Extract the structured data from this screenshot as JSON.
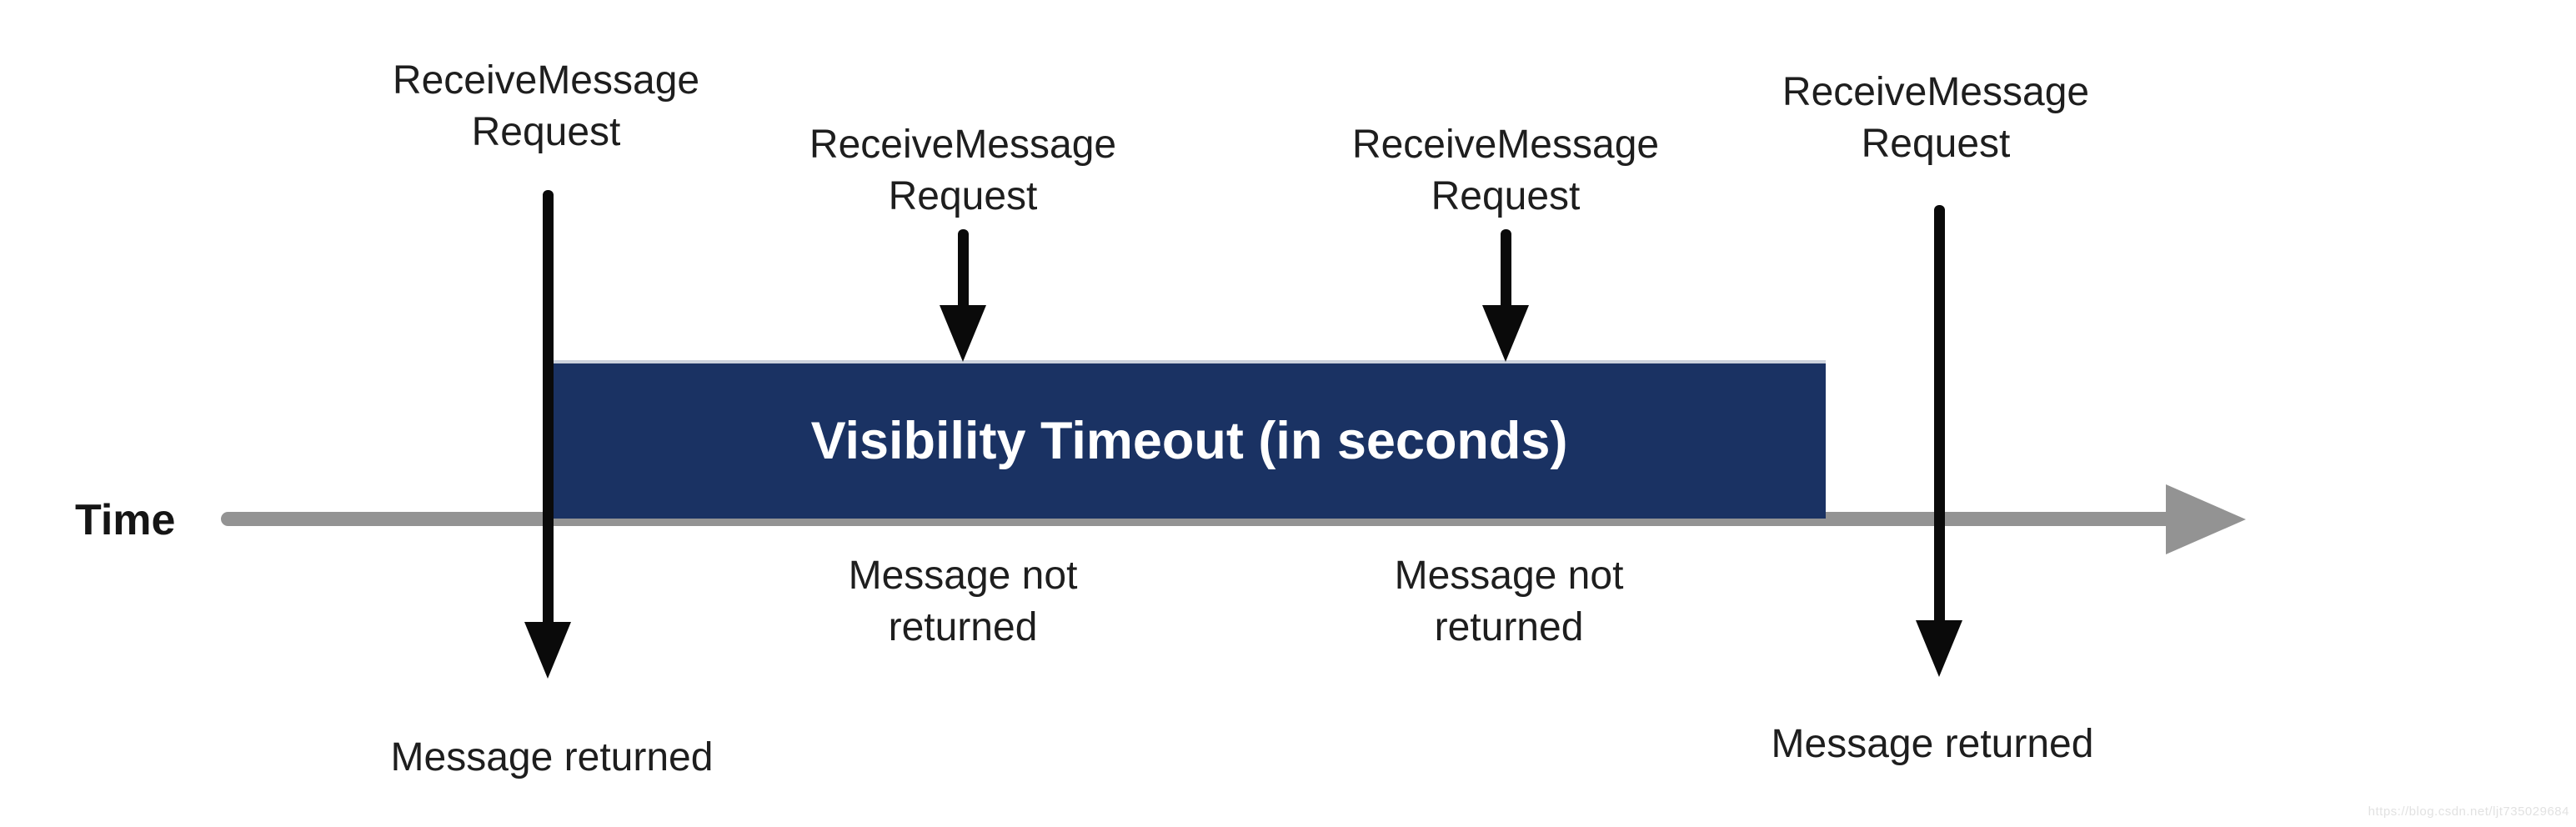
{
  "colors": {
    "background": "#ffffff",
    "timeline": "#939393",
    "arrow": "#0a0a0a",
    "label_text": "#1e1e1e",
    "box_background": "#1a3263",
    "box_top_edge": "#ccd2dd",
    "box_text": "#ffffff",
    "watermark_text": "#e2e2e2"
  },
  "time_axis": {
    "label": "Time"
  },
  "visibility_box": {
    "label": "Visibility Timeout (in seconds)"
  },
  "events": [
    {
      "top_line1": "ReceiveMessage",
      "top_line2": "Request",
      "result_line1": "Message returned",
      "result_line2": ""
    },
    {
      "top_line1": "ReceiveMessage",
      "top_line2": "Request",
      "result_line1": "Message not",
      "result_line2": "returned"
    },
    {
      "top_line1": "ReceiveMessage",
      "top_line2": "Request",
      "result_line1": "Message not",
      "result_line2": "returned"
    },
    {
      "top_line1": "ReceiveMessage",
      "top_line2": "Request",
      "result_line1": "Message returned",
      "result_line2": ""
    }
  ],
  "watermark": {
    "text": "https://blog.csdn.net/ljt735029684"
  }
}
